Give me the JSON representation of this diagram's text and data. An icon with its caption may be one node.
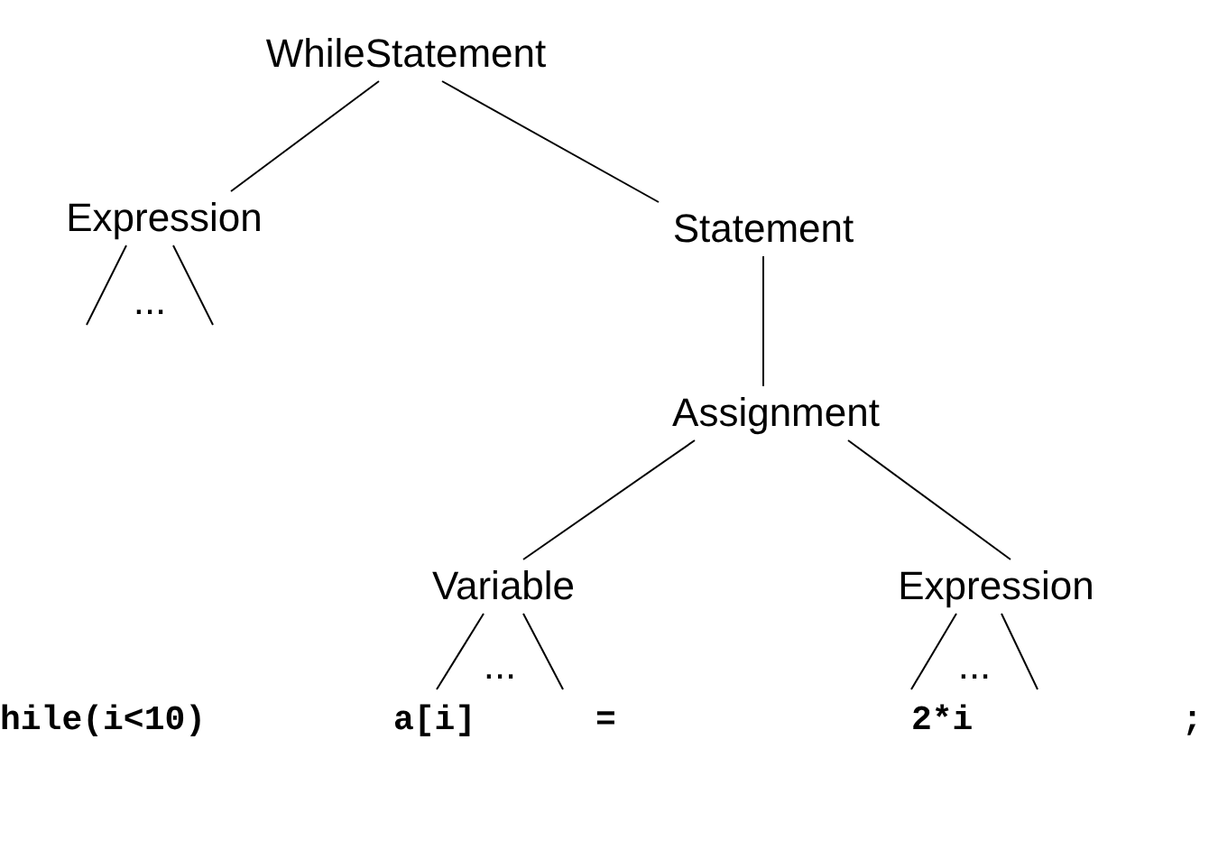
{
  "diagram": {
    "nodes": [
      {
        "text": [
          "WhileStatement"
        ]
      },
      {
        "text": [
          "Expression"
        ]
      },
      {
        "text": [
          "Statement"
        ]
      },
      {
        "text": [
          "..."
        ]
      },
      {
        "text": [
          "Assignment"
        ]
      },
      {
        "text": [
          "Variable"
        ]
      },
      {
        "text": [
          "Expression"
        ]
      },
      {
        "text": [
          "..."
        ]
      },
      {
        "text": [
          "..."
        ]
      }
    ],
    "edges": [
      {
        "from": 0,
        "to": 1,
        "arrow": "none"
      },
      {
        "from": 0,
        "to": 2,
        "arrow": "none"
      },
      {
        "from": 1,
        "to": 3,
        "arrow": "none"
      },
      {
        "from": 1,
        "to": 3,
        "arrow": "none"
      },
      {
        "from": 2,
        "to": 4,
        "arrow": "none"
      },
      {
        "from": 4,
        "to": 5,
        "arrow": "none"
      },
      {
        "from": 4,
        "to": 6,
        "arrow": "none"
      },
      {
        "from": 5,
        "to": 7,
        "arrow": "none"
      },
      {
        "from": 5,
        "to": 7,
        "arrow": "none"
      },
      {
        "from": 6,
        "to": 8,
        "arrow": "none"
      },
      {
        "from": 6,
        "to": 8,
        "arrow": "none"
      }
    ],
    "labels": [
      "hile(i<10)",
      "a[i]",
      "=",
      "2*i",
      ";"
    ]
  }
}
